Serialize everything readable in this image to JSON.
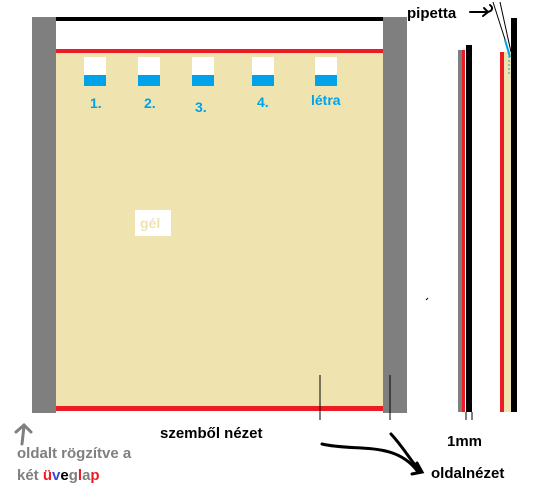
{
  "labels": {
    "lanes": [
      "1.",
      "2.",
      "3.",
      "4.",
      "létra"
    ],
    "gel": "gél",
    "front_view": "szemből nézet",
    "side_view": "oldalnézet",
    "pipette": "pipetta",
    "thickness": "1mm",
    "glass_note_line1": "oldalt rögzítve a",
    "glass_note_line2_prefix": "két ",
    "glass_note_word_letters": [
      "ü",
      "v",
      "e",
      "g",
      "l",
      "a",
      "p"
    ]
  },
  "colors": {
    "gel": "#efe4b0",
    "spacer": "#7f7f7f",
    "edge": "#ed1c24",
    "glass_top": "#000000",
    "well_dye": "#00a2e8",
    "lane_text": "#00a2e8",
    "note_gray": "#7f7f7f",
    "glass_word_letters": [
      "#ed1c24",
      "#3f48cc",
      "#000000",
      "#7f7f7f",
      "#ed1c24",
      "#7f7f7f",
      "#ed1c24"
    ]
  }
}
